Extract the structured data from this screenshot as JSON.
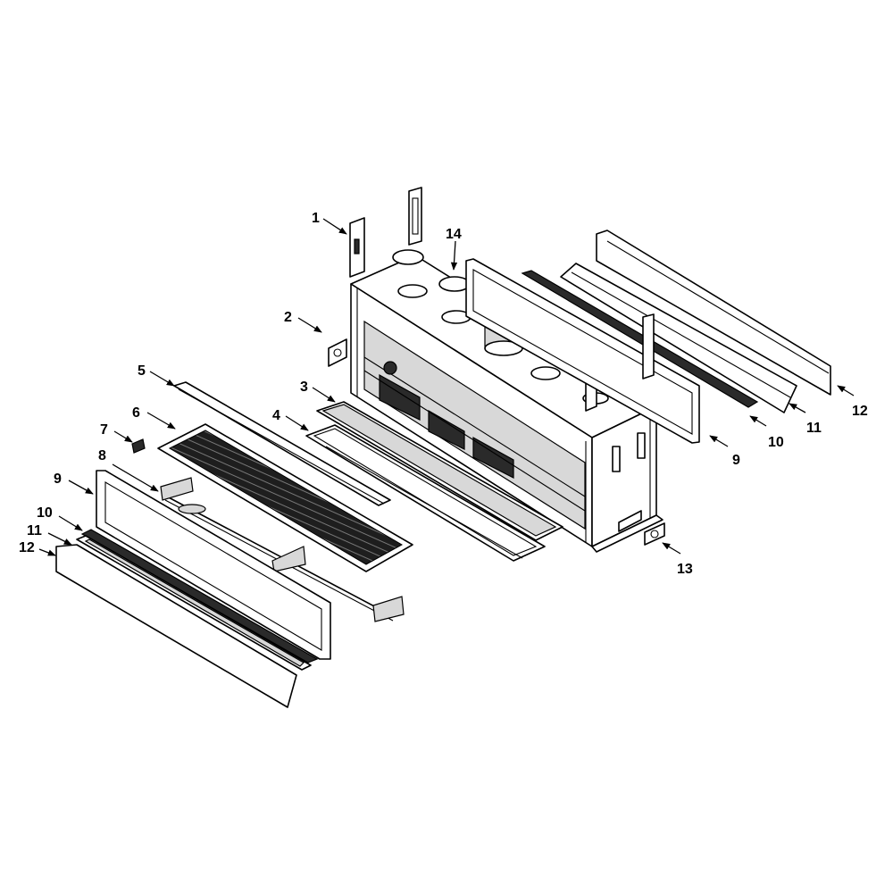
{
  "callouts": {
    "c1": "1",
    "c2": "2",
    "c3": "3",
    "c4": "4",
    "c5": "5",
    "c6": "6",
    "c7": "7",
    "c8": "8",
    "c9_left": "9",
    "c10_left": "10",
    "c11_left": "11",
    "c12_left": "12",
    "c9_right": "9",
    "c10_right": "10",
    "c11_right": "11",
    "c12_right": "12",
    "c13": "13",
    "c14": "14"
  }
}
